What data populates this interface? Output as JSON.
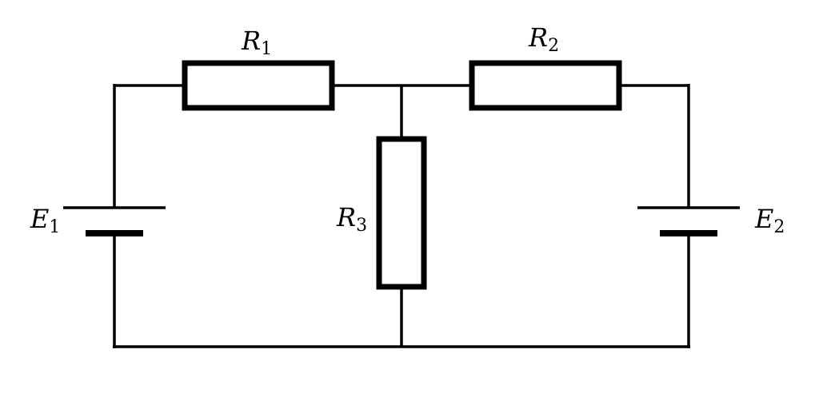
{
  "diagram": {
    "type": "electrical-circuit",
    "components": {
      "R1": {
        "kind": "resistor",
        "name": "R",
        "sub": "1"
      },
      "R2": {
        "kind": "resistor",
        "name": "R",
        "sub": "2"
      },
      "R3": {
        "kind": "resistor",
        "name": "R",
        "sub": "3"
      },
      "E1": {
        "kind": "battery",
        "name": "E",
        "sub": "1"
      },
      "E2": {
        "kind": "battery",
        "name": "E",
        "sub": "2"
      }
    },
    "stroke_color": "#000000",
    "background": "#ffffff"
  }
}
